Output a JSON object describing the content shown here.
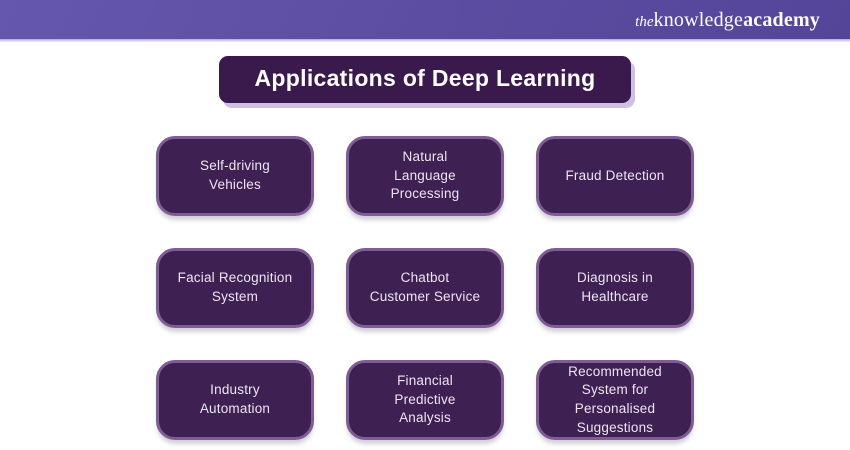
{
  "brand": {
    "logo_the": "the",
    "logo_knowledge": "knowledge",
    "logo_academy": "academy"
  },
  "header": {
    "title": "Applications of Deep Learning"
  },
  "cards": [
    {
      "label": "Self-driving\nVehicles"
    },
    {
      "label": "Natural\nLanguage\nProcessing"
    },
    {
      "label": "Fraud Detection"
    },
    {
      "label": "Facial Recognition\nSystem"
    },
    {
      "label": "Chatbot\nCustomer Service"
    },
    {
      "label": "Diagnosis in\nHealthcare"
    },
    {
      "label": "Industry\nAutomation"
    },
    {
      "label": "Financial\nPredictive\nAnalysis"
    },
    {
      "label": "Recommended\nSystem for\nPersonalised\nSuggestions"
    }
  ],
  "colors": {
    "topbar_purple": "#5c4ca1",
    "banner_fill": "#3a1a4c",
    "banner_shadow": "#cfbfe2",
    "card_fill": "#3f2052",
    "card_border": "#7e5c94",
    "card_text": "#ece5f2",
    "background": "#ffffff"
  }
}
